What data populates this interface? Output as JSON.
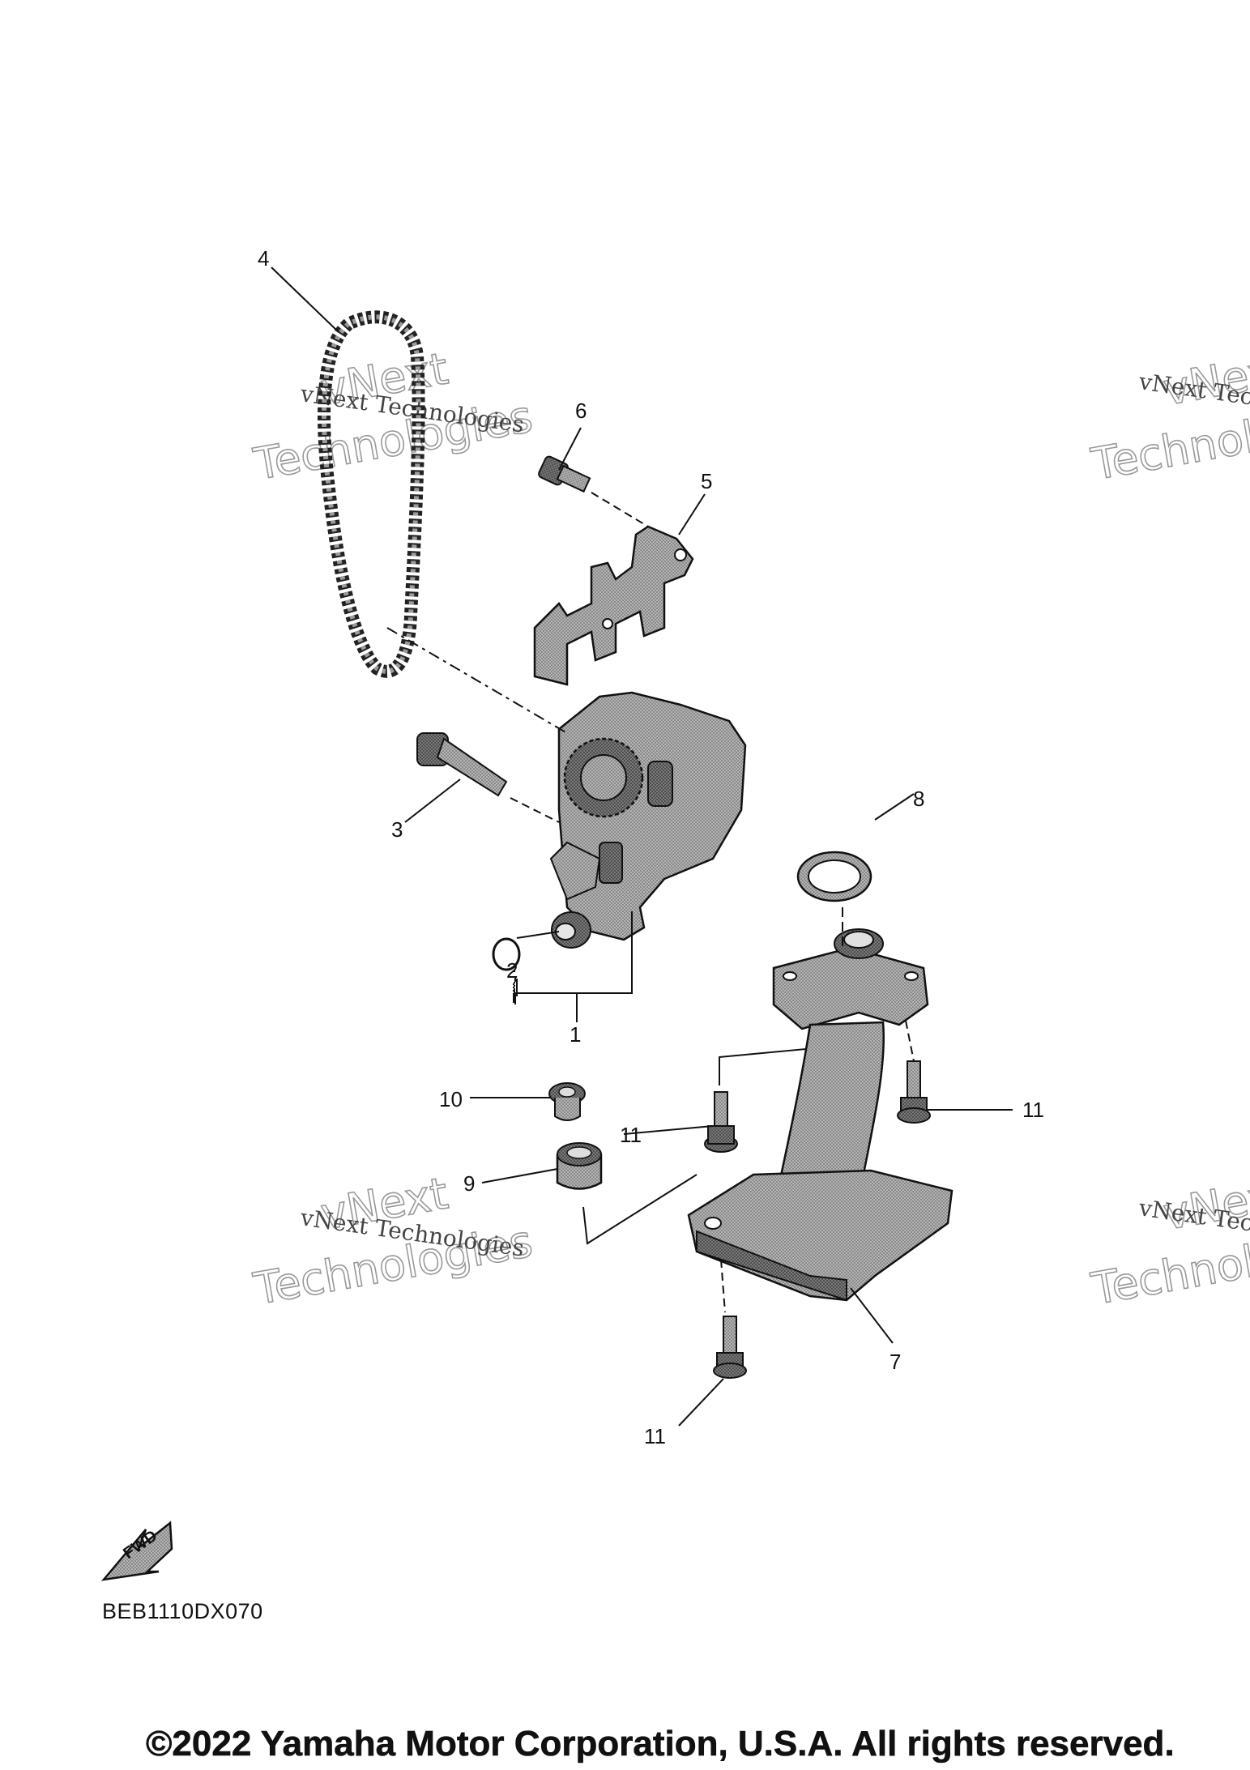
{
  "callouts": {
    "c1": "1",
    "c2": "2",
    "c3": "3",
    "c4": "4",
    "c5": "5",
    "c6": "6",
    "c7": "7",
    "c8": "8",
    "c9": "9",
    "c10": "10",
    "c11a": "11",
    "c11b": "11",
    "c11c": "11"
  },
  "watermark": {
    "small_text": "vNext Technologies",
    "big_line1": "vNext",
    "big_line2": "Technologies"
  },
  "fwd_label": "FWD",
  "diagram_code": "BEB1110DX070",
  "copyright": "©2022 Yamaha Motor Corporation, U.S.A. All rights reserved.",
  "colors": {
    "part_fill": "#a8a8a8",
    "part_dark": "#6f6f6f",
    "line": "#111111"
  }
}
